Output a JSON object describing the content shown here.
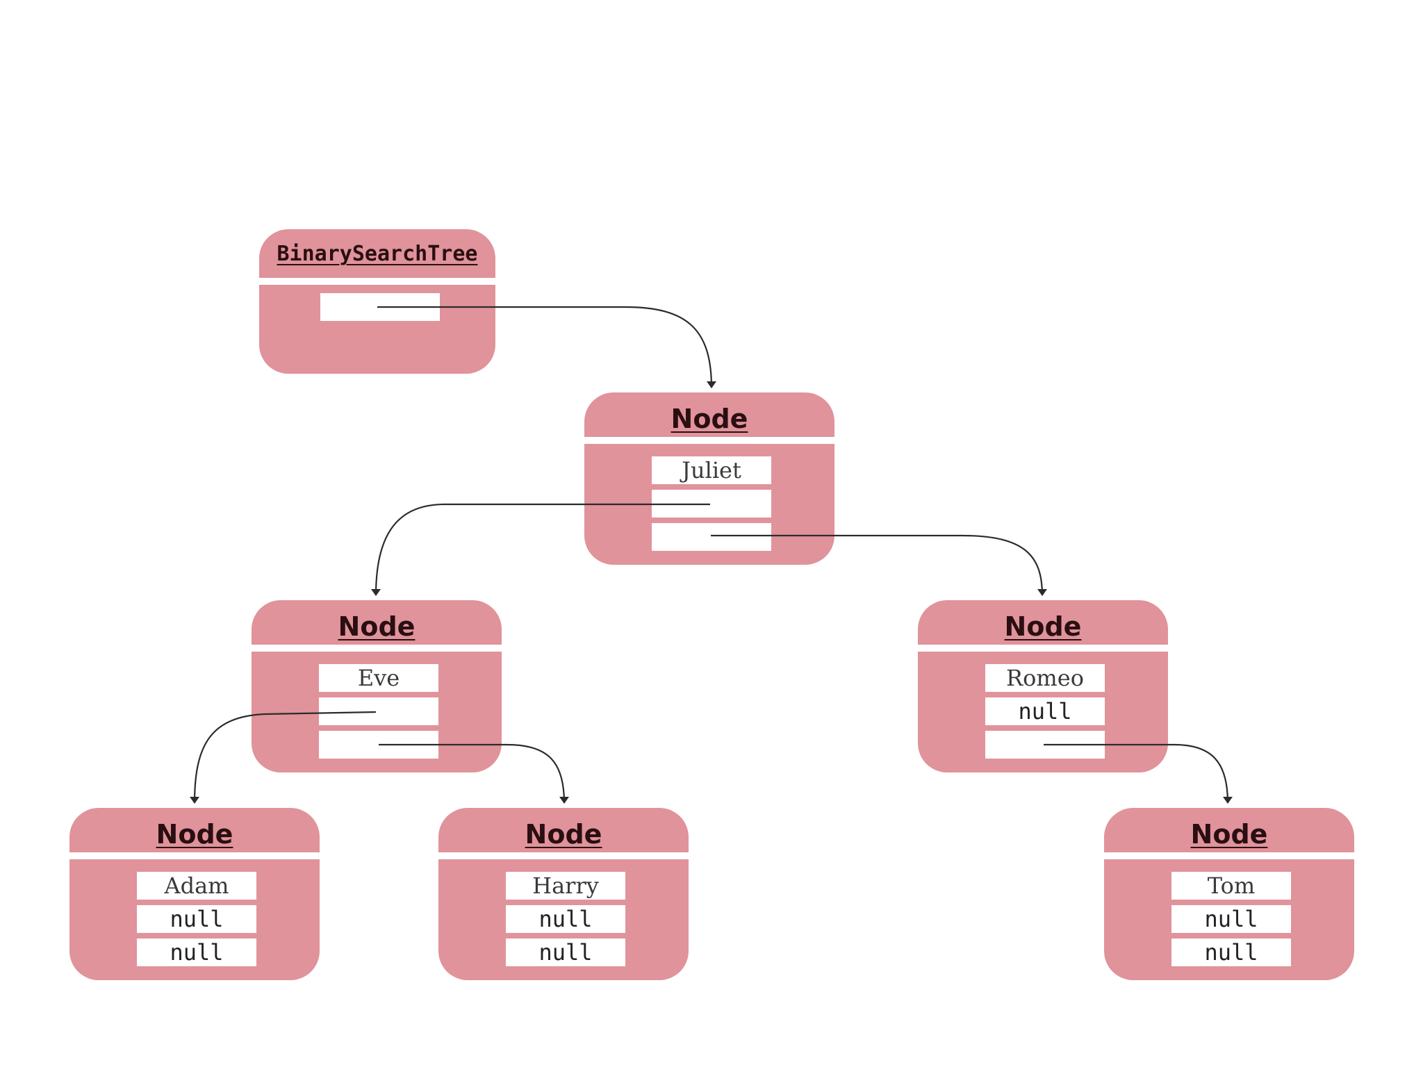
{
  "diagram": {
    "colors": {
      "box_fill": "#e0939a",
      "field_fill": "#ffffff",
      "arrow": "#2b2b2b",
      "header_text": "#2a0e12"
    },
    "tree_object": {
      "title": "BinarySearchTree"
    },
    "nodes": [
      {
        "id": "juliet",
        "title": "Node",
        "data": "Juliet",
        "left": "",
        "right": ""
      },
      {
        "id": "eve",
        "title": "Node",
        "data": "Eve",
        "left": "",
        "right": ""
      },
      {
        "id": "romeo",
        "title": "Node",
        "data": "Romeo",
        "left": "null",
        "right": ""
      },
      {
        "id": "adam",
        "title": "Node",
        "data": "Adam",
        "left": "null",
        "right": "null"
      },
      {
        "id": "harry",
        "title": "Node",
        "data": "Harry",
        "left": "null",
        "right": "null"
      },
      {
        "id": "tom",
        "title": "Node",
        "data": "Tom",
        "left": "null",
        "right": "null"
      }
    ],
    "edges": [
      {
        "from": "root",
        "to": "juliet"
      },
      {
        "from": "juliet.left",
        "to": "eve"
      },
      {
        "from": "juliet.right",
        "to": "romeo"
      },
      {
        "from": "eve.left",
        "to": "adam"
      },
      {
        "from": "eve.right",
        "to": "harry"
      },
      {
        "from": "romeo.right",
        "to": "tom"
      }
    ]
  }
}
